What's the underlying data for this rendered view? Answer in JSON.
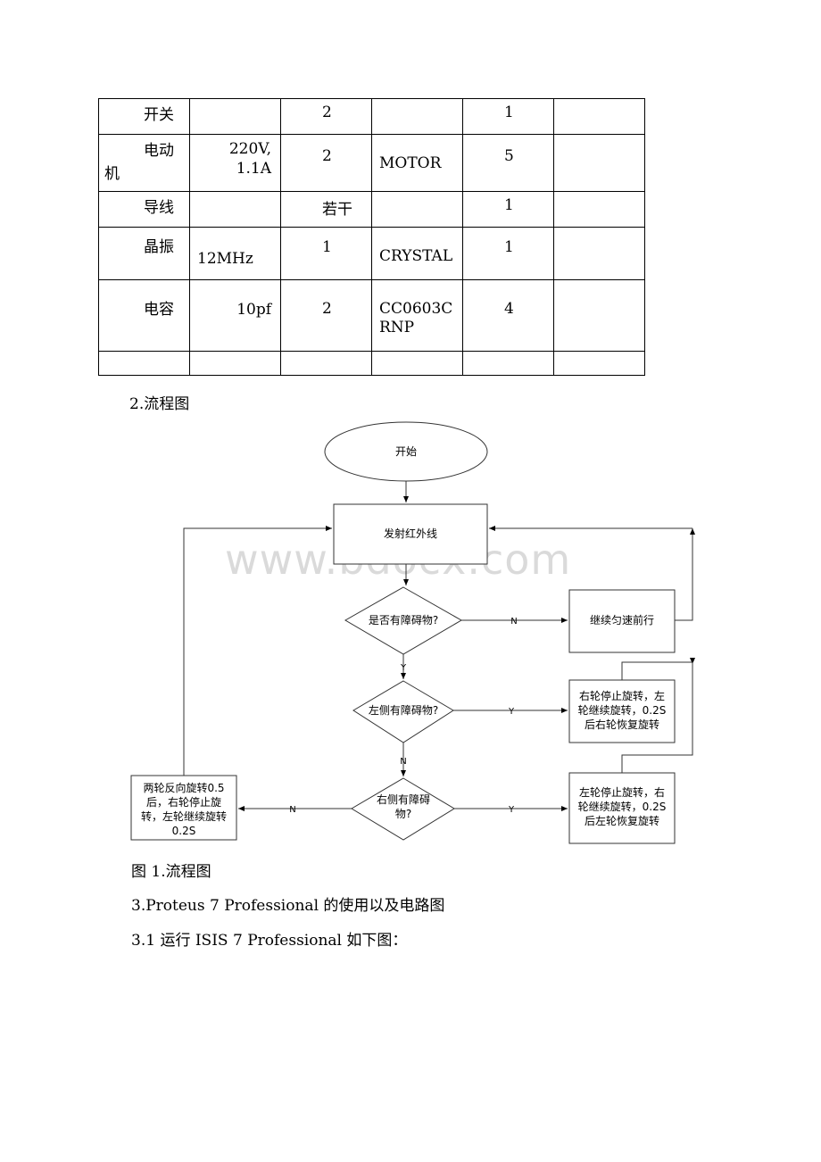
{
  "table": {
    "rows": [
      [
        "开关",
        "",
        "2",
        "",
        "1",
        ""
      ],
      [
        "电动机",
        "220V, 1.1A",
        "2",
        "MOTOR",
        "5",
        ""
      ],
      [
        "导线",
        "",
        "若干",
        "",
        "1",
        ""
      ],
      [
        "晶振",
        "12MHz",
        "1",
        "CRYSTAL",
        "1",
        ""
      ],
      [
        "电容",
        "10pf",
        "2",
        "CC0603CRNP",
        "4",
        ""
      ],
      [
        "",
        "",
        "",
        "",
        "",
        ""
      ]
    ]
  },
  "section2_heading": "2.流程图",
  "flowchart": {
    "start": "开始",
    "emit": "发射红外线",
    "q_obstacle": "是否有障碍物?",
    "continue": "继续匀速前行",
    "q_left": "左侧有障碍物?",
    "action_left": [
      "右轮停止旋转，左",
      "轮继续旋转，0.2S",
      "后右轮恢复旋转"
    ],
    "q_right": [
      "右侧有障碍",
      "物?"
    ],
    "action_right": [
      "左轮停止旋转，右",
      "轮继续旋转，0.2S",
      "后左轮恢复旋转"
    ],
    "action_both": [
      "两轮反向旋转0.5",
      "后，右轮停止旋",
      "转，左轮继续旋转",
      "0.2S"
    ],
    "labels": {
      "y": "Y",
      "n": "N"
    }
  },
  "figure_caption": "图 1.流程图",
  "watermark": "www.bdocx.com",
  "section3_heading": "3.Proteus 7 Professional 的使用以及电路图",
  "section31_heading": "3.1 运行 ISIS 7 Professional 如下图："
}
